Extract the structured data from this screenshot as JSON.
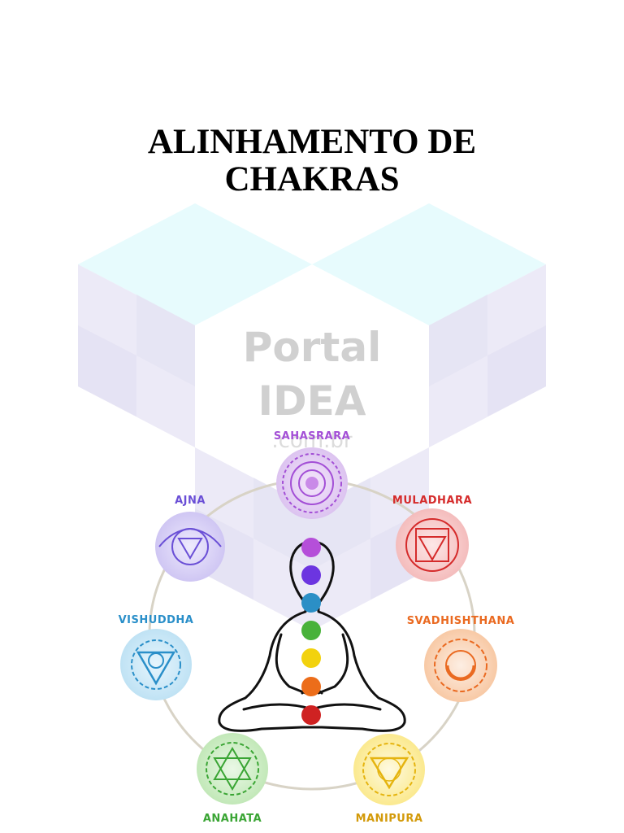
{
  "document": {
    "title_line1": "ALINHAMENTO DE",
    "title_line2": "CHAKRAS"
  },
  "watermark": {
    "line1": "Portal",
    "line2": "IDEA",
    "line3": ".com.br"
  },
  "chakras": [
    {
      "label": "SAHASRARA",
      "color": "#a34fd6"
    },
    {
      "label": "AJNA",
      "color": "#6a4fd6"
    },
    {
      "label": "MULADHARA",
      "color": "#d52b2b"
    },
    {
      "label": "VISHUDDHA",
      "color": "#2a8fc9"
    },
    {
      "label": "SVADHISHTHANA",
      "color": "#ea6a21"
    },
    {
      "label": "ANAHATA",
      "color": "#3aa534"
    },
    {
      "label": "MANIPURA",
      "color": "#e5b40f"
    }
  ]
}
